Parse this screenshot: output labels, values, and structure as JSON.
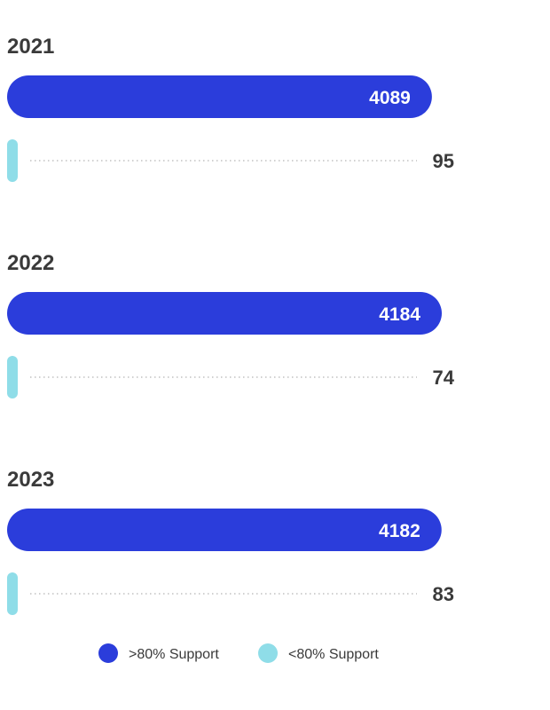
{
  "chart_data": {
    "type": "bar",
    "orientation": "horizontal",
    "categories": [
      "2021",
      "2022",
      "2023"
    ],
    "series": [
      {
        "name": ">80% Support",
        "values": [
          4089,
          4184,
          4182
        ],
        "color": "#2b3ddb"
      },
      {
        "name": "<80% Support",
        "values": [
          95,
          74,
          83
        ],
        "color": "#8fdde8"
      }
    ],
    "xlim": [
      0,
      4500
    ],
    "grid": false,
    "legend_position": "bottom-center"
  }
}
